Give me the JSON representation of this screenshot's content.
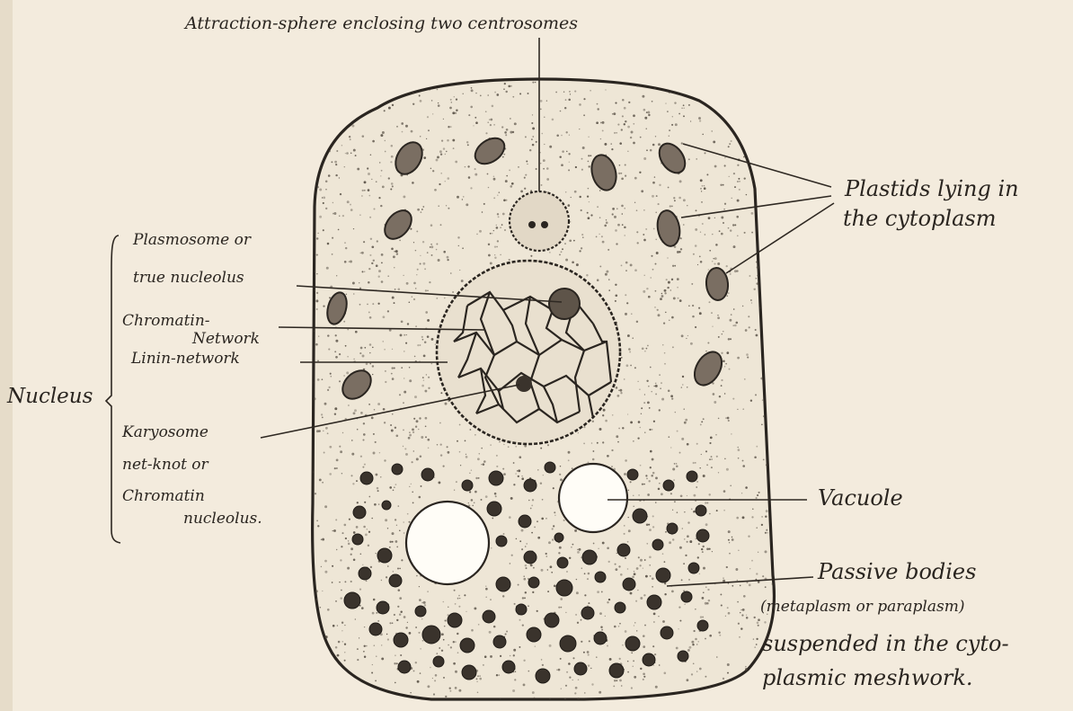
{
  "diagram": {
    "labels": {
      "attraction_sphere": "Attraction-sphere enclosing two centrosomes",
      "plastids": [
        "Plastids lying in",
        "the cytoplasm"
      ],
      "plasmosome": [
        "Plasmosome or",
        "true nucleolus"
      ],
      "chromatin_network": [
        "Chromatin-",
        "Network"
      ],
      "linin_network": "Linin-network",
      "nucleus": "Nucleus",
      "karyosome": [
        "Karyosome",
        "net-knot or",
        "Chromatin",
        "nucleolus."
      ],
      "vacuole": "Vacuole",
      "passive_bodies": [
        "Passive bodies",
        "(metaplasm or paraplasm)",
        "suspended in the cyto-",
        "plasmic meshwork."
      ]
    },
    "colors": {
      "paper": "#f3ebdd",
      "ink": "#2a2520",
      "cell_fill": "#eee6d6",
      "vacuole_fill": "#fffdf7"
    }
  }
}
